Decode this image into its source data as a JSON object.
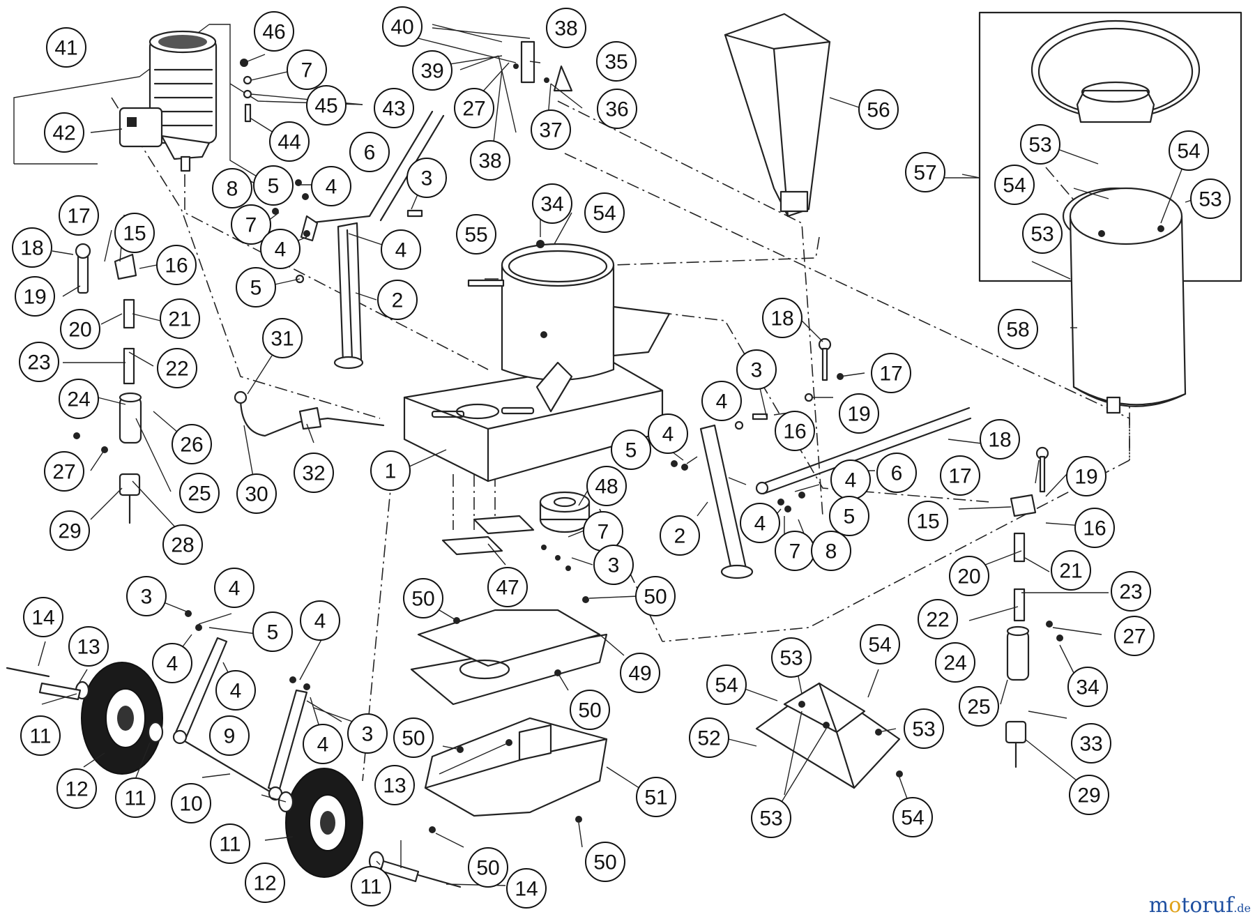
{
  "callouts": [
    {
      "label": "41"
    },
    {
      "label": "42"
    },
    {
      "label": "46"
    },
    {
      "label": "7"
    },
    {
      "label": "45"
    },
    {
      "label": "43"
    },
    {
      "label": "44"
    },
    {
      "label": "40"
    },
    {
      "label": "38"
    },
    {
      "label": "35"
    },
    {
      "label": "39"
    },
    {
      "label": "27"
    },
    {
      "label": "36"
    },
    {
      "label": "37"
    },
    {
      "label": "38"
    },
    {
      "label": "56"
    },
    {
      "label": "6"
    },
    {
      "label": "3"
    },
    {
      "label": "8"
    },
    {
      "label": "5"
    },
    {
      "label": "4"
    },
    {
      "label": "7"
    },
    {
      "label": "4"
    },
    {
      "label": "4"
    },
    {
      "label": "5"
    },
    {
      "label": "2"
    },
    {
      "label": "55"
    },
    {
      "label": "34"
    },
    {
      "label": "54"
    },
    {
      "label": "17"
    },
    {
      "label": "15"
    },
    {
      "label": "18"
    },
    {
      "label": "16"
    },
    {
      "label": "19"
    },
    {
      "label": "21"
    },
    {
      "label": "20"
    },
    {
      "label": "23"
    },
    {
      "label": "22"
    },
    {
      "label": "24"
    },
    {
      "label": "26"
    },
    {
      "label": "27"
    },
    {
      "label": "25"
    },
    {
      "label": "29"
    },
    {
      "label": "28"
    },
    {
      "label": "31"
    },
    {
      "label": "30"
    },
    {
      "label": "32"
    },
    {
      "label": "1"
    },
    {
      "label": "48"
    },
    {
      "label": "7"
    },
    {
      "label": "3"
    },
    {
      "label": "47"
    },
    {
      "label": "57"
    },
    {
      "label": "53"
    },
    {
      "label": "54"
    },
    {
      "label": "54"
    },
    {
      "label": "53"
    },
    {
      "label": "53"
    },
    {
      "label": "58"
    },
    {
      "label": "18"
    },
    {
      "label": "17"
    },
    {
      "label": "19"
    },
    {
      "label": "3"
    },
    {
      "label": "4"
    },
    {
      "label": "16"
    },
    {
      "label": "4"
    },
    {
      "label": "5"
    },
    {
      "label": "6"
    },
    {
      "label": "4"
    },
    {
      "label": "5"
    },
    {
      "label": "2"
    },
    {
      "label": "4"
    },
    {
      "label": "7"
    },
    {
      "label": "8"
    },
    {
      "label": "18"
    },
    {
      "label": "17"
    },
    {
      "label": "19"
    },
    {
      "label": "15"
    },
    {
      "label": "16"
    },
    {
      "label": "20"
    },
    {
      "label": "21"
    },
    {
      "label": "23"
    },
    {
      "label": "22"
    },
    {
      "label": "24"
    },
    {
      "label": "27"
    },
    {
      "label": "34"
    },
    {
      "label": "25"
    },
    {
      "label": "33"
    },
    {
      "label": "29"
    },
    {
      "label": "50"
    },
    {
      "label": "50"
    },
    {
      "label": "49"
    },
    {
      "label": "50"
    },
    {
      "label": "50"
    },
    {
      "label": "51"
    },
    {
      "label": "50"
    },
    {
      "label": "50"
    },
    {
      "label": "14"
    },
    {
      "label": "13"
    },
    {
      "label": "11"
    },
    {
      "label": "12"
    },
    {
      "label": "11"
    },
    {
      "label": "3"
    },
    {
      "label": "4"
    },
    {
      "label": "4"
    },
    {
      "label": "5"
    },
    {
      "label": "4"
    },
    {
      "label": "4"
    },
    {
      "label": "9"
    },
    {
      "label": "3"
    },
    {
      "label": "4"
    },
    {
      "label": "10"
    },
    {
      "label": "11"
    },
    {
      "label": "12"
    },
    {
      "label": "11"
    },
    {
      "label": "13"
    },
    {
      "label": "14"
    },
    {
      "label": "54"
    },
    {
      "label": "53"
    },
    {
      "label": "54"
    },
    {
      "label": "52"
    },
    {
      "label": "53"
    },
    {
      "label": "53"
    },
    {
      "label": "54"
    }
  ],
  "watermark": {
    "pre": "m",
    "o": "o",
    "post": "toruf",
    "suffix": ".de"
  }
}
